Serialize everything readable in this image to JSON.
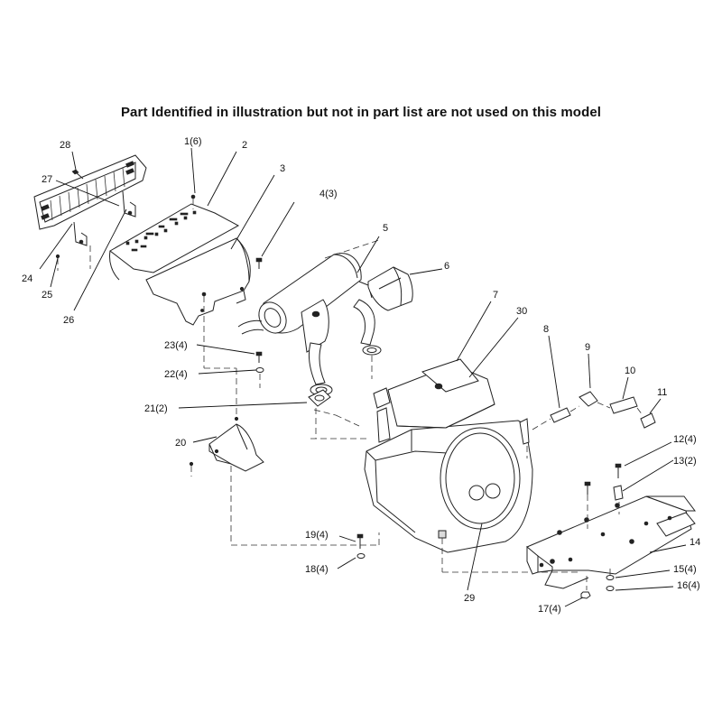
{
  "title": "Part Identified in illustration but not in part list are not used on this model",
  "callouts": [
    {
      "id": "c1",
      "label": "1(6)"
    },
    {
      "id": "c2",
      "label": "2"
    },
    {
      "id": "c3",
      "label": "3"
    },
    {
      "id": "c4",
      "label": "4(3)"
    },
    {
      "id": "c5",
      "label": "5"
    },
    {
      "id": "c6",
      "label": "6"
    },
    {
      "id": "c7",
      "label": "7"
    },
    {
      "id": "c8",
      "label": "8"
    },
    {
      "id": "c9",
      "label": "9"
    },
    {
      "id": "c10",
      "label": "10"
    },
    {
      "id": "c11",
      "label": "11"
    },
    {
      "id": "c12",
      "label": "12(4)"
    },
    {
      "id": "c13",
      "label": "13(2)"
    },
    {
      "id": "c14",
      "label": "14"
    },
    {
      "id": "c15",
      "label": "15(4)"
    },
    {
      "id": "c16",
      "label": "16(4)"
    },
    {
      "id": "c17",
      "label": "17(4)"
    },
    {
      "id": "c18",
      "label": "18(4)"
    },
    {
      "id": "c19",
      "label": "19(4)"
    },
    {
      "id": "c20",
      "label": "20"
    },
    {
      "id": "c21",
      "label": "21(2)"
    },
    {
      "id": "c22",
      "label": "22(4)"
    },
    {
      "id": "c23",
      "label": "23(4)"
    },
    {
      "id": "c24",
      "label": "24"
    },
    {
      "id": "c25",
      "label": "25"
    },
    {
      "id": "c26",
      "label": "26"
    },
    {
      "id": "c27",
      "label": "27"
    },
    {
      "id": "c28",
      "label": "28"
    },
    {
      "id": "c29",
      "label": "29"
    },
    {
      "id": "c30",
      "label": "30"
    }
  ]
}
